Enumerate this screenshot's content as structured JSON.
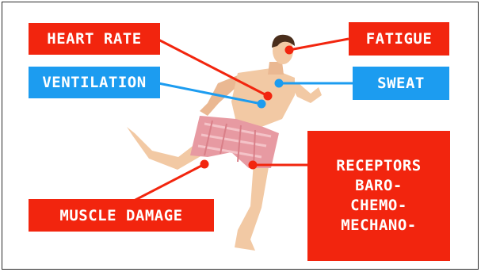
{
  "labels": {
    "heart_rate": "HEART RATE",
    "ventilation": "VENTILATION",
    "fatigue": "FATIGUE",
    "sweat": "SWEAT",
    "muscle_damage": "MUSCLE DAMAGE",
    "receptors": [
      "RECEPTORS",
      "BARO-",
      "CHEMO-",
      "MECHANO-"
    ]
  },
  "colors": {
    "red": "#f2250e",
    "blue": "#1c9cf0",
    "skin": "#f2c9a4",
    "boxers": "#e79aa2",
    "hair": "#4a2e1c"
  },
  "figure": "running-man-in-boxers"
}
